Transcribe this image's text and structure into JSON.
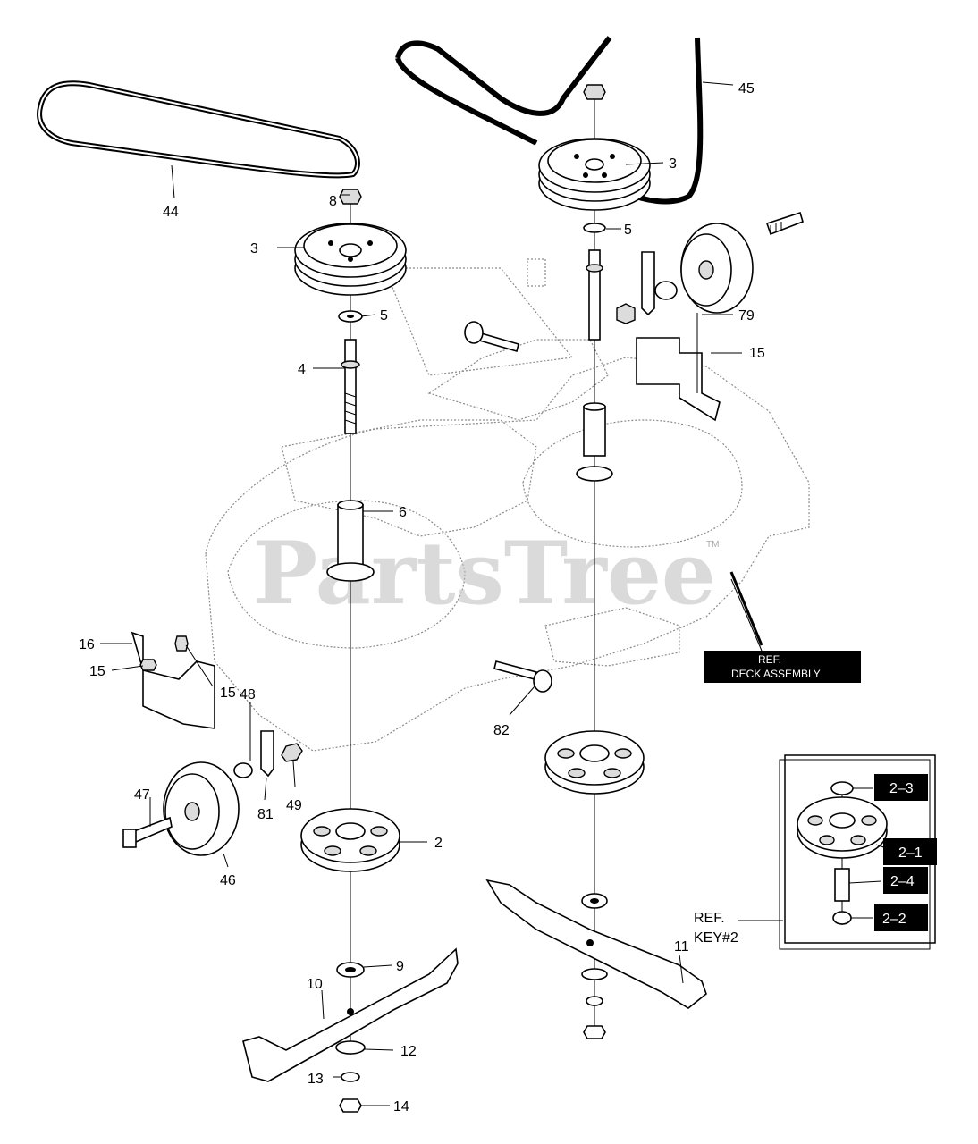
{
  "watermark": "PartsTree",
  "trademark": "TM",
  "reference_deck": {
    "line1": "REF.",
    "line2": "DECK ASSEMBLY"
  },
  "reference_key": {
    "line1": "REF.",
    "line2": "KEY#2"
  },
  "callouts": {
    "c44": "44",
    "c45": "45",
    "c3a": "3",
    "c3b": "3",
    "c8": "8",
    "c5a": "5",
    "c5b": "5",
    "c4": "4",
    "c79": "79",
    "c15a": "15",
    "c6": "6",
    "c16": "16",
    "c15b": "15",
    "c15c": "15",
    "c48": "48",
    "c82": "82",
    "c47": "47",
    "c81": "81",
    "c49": "49",
    "c2": "2",
    "c46": "46",
    "c11": "11",
    "c9": "9",
    "c10": "10",
    "c12": "12",
    "c13": "13",
    "c14": "14"
  },
  "inset": {
    "k23": "2–3",
    "k21": "2–1",
    "k24": "2–4",
    "k22": "2–2"
  }
}
